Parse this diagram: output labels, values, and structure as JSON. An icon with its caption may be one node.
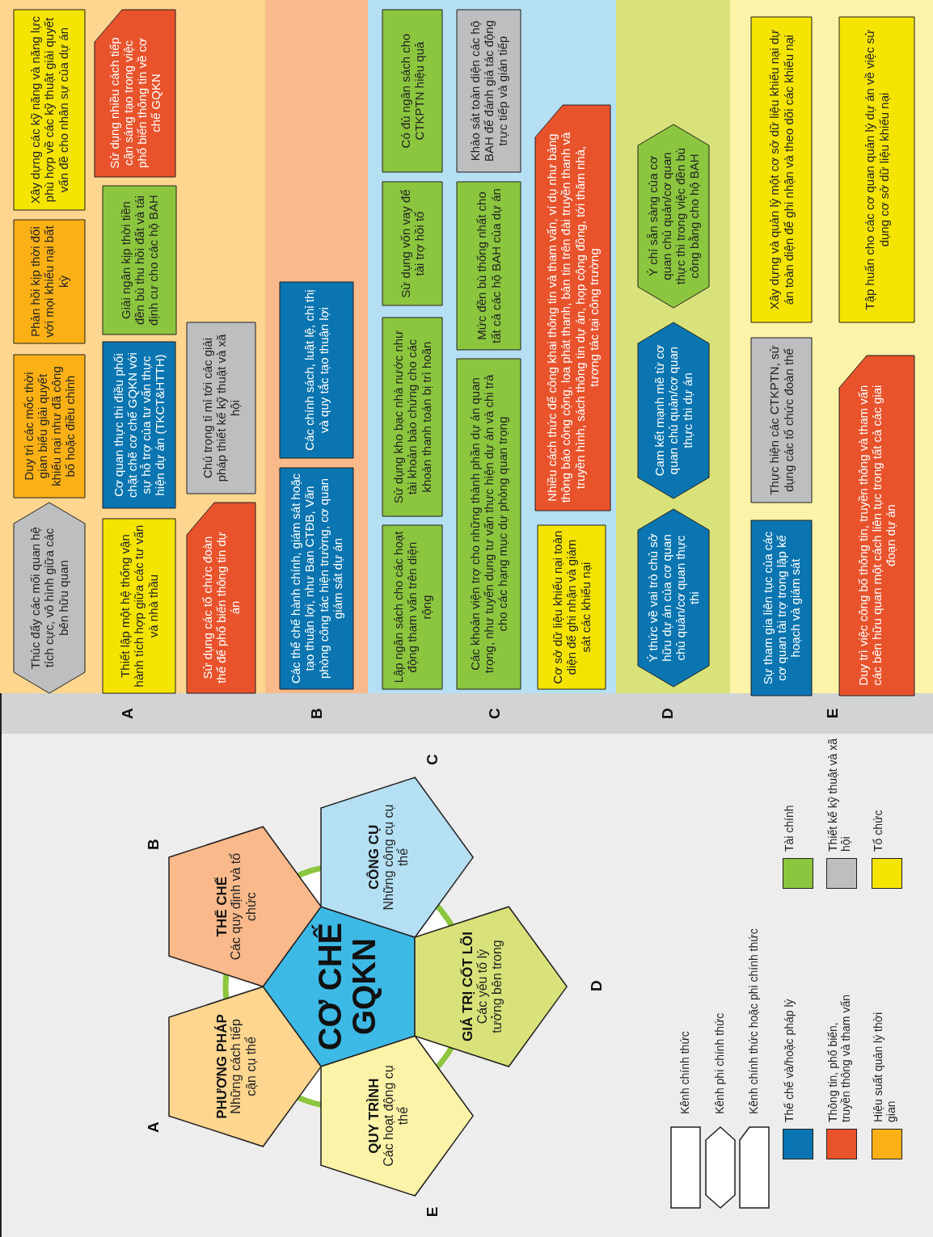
{
  "diagram": {
    "nodes": [
      {
        "text": [
          "CƠ CHẾ GQKN"
        ]
      },
      {
        "text": [
          "PHƯƠNG PHÁP",
          "Những cách tiếp cận cụ thể"
        ],
        "beside": [
          "A"
        ]
      },
      {
        "text": [
          "THỂ CHẾ",
          "Các quy định và tổ chức"
        ],
        "beside": [
          "B"
        ]
      },
      {
        "text": [
          "QUY TRÌNH",
          "Các hoạt động cụ thể"
        ],
        "beside": [
          "E"
        ]
      },
      {
        "text": [
          "CÔNG CỤ",
          "Những công cụ cụ thể"
        ],
        "beside": [
          "C"
        ]
      },
      {
        "text": [
          "GIÁ TRỊ CỐT LÕI",
          "Các yếu tố lý tưởng bên trong"
        ],
        "beside": [
          "D"
        ]
      },
      {
        "text": [
          "Thúc đẩy các mối quan hệ tích cực, vô hình giữa các bên hữu quan"
        ]
      },
      {
        "text": [
          "Duy trì các mốc thời gian biểu giải quyết khiếu nại như đã công bố hoặc điều chỉnh"
        ]
      },
      {
        "text": [
          "Phản hồi kịp thời đối với mọi khiếu nại bất kỳ"
        ]
      },
      {
        "text": [
          "Xây dựng các kỹ năng và năng lực phù hợp về các kỹ thuật giải quyết vấn đề cho nhân sự của dự án"
        ]
      },
      {
        "text": [
          "Thiết lập một hệ thống vận hành tích hợp giữa các tư vấn và nhà thầu"
        ]
      },
      {
        "text": [
          "Cơ quan thực thi điều phối chặt chẽ cơ chế GQKN với sự hỗ trợ của tư vấn thực hiện dự án (TKCT&HTTH)"
        ]
      },
      {
        "text": [
          "Giải ngân kịp thời tiền đền bù thu hồi đất và tái định cư cho các hộ BAH"
        ]
      },
      {
        "text": [
          "Sử dụng nhiều cách tiếp cận sáng tạo trong việc phổ biến thông tin về cơ chế GQKN"
        ]
      },
      {
        "text": [
          "Sử dụng các tổ chức đoàn thể để phổ biến thông tin dự án"
        ]
      },
      {
        "text": [
          "Chú trọng tỉ mỉ tới các giải pháp thiết kế kỹ thuật và xã hội"
        ]
      },
      {
        "text": [
          "Các thể chế hành chính, giám sát hoặc tạo thuận lợi, như Ban CTĐB, Văn phòng công tác hiện trường, cơ quan giám sát dự án"
        ]
      },
      {
        "text": [
          "Các chính sách, luật lệ, chỉ thị và quy tắc tạo thuận lợi"
        ]
      },
      {
        "text": [
          "Lập ngân sách cho các hoạt động tham vấn trên diện rộng"
        ]
      },
      {
        "text": [
          "Sử dụng kho bạc nhà nước như tài khoản bảo chứng cho các khoản thanh toán bị trì hoãn"
        ]
      },
      {
        "text": [
          "Sử dụng vốn vay để tài trợ hồi tố"
        ]
      },
      {
        "text": [
          "Có đủ ngân sách cho CTKPTN hiệu quả"
        ]
      },
      {
        "text": [
          "Các khoản viện trợ cho những thành phần dự án quan trọng, như tuyển dụng tư vấn thực hiện dự án và chi trả cho các hạng mục dự phòng quan trọng"
        ]
      },
      {
        "text": [
          "Mức đền bù thống nhất cho tất cả các hộ BAH của dự án"
        ]
      },
      {
        "text": [
          "Khảo sát toàn diện các hộ BAH để đánh giá tác động trực tiếp và gián tiếp"
        ]
      },
      {
        "text": [
          "Cơ sở dữ liệu khiếu nại toàn diện để ghi nhận và giám sát các khiếu nại"
        ]
      },
      {
        "text": [
          "Nhiều cách thức để công khai thông tin và tham vấn, ví dụ như bảng thông báo công cộng, loa phát thanh, bản tin trên đài truyền thanh và truyền hình, sách thông tin dự án, họp cộng đồng, tới thăm nhà, tương tác tại công trường"
        ]
      },
      {
        "text": [
          "Ý thức về vai trò chủ sở hữu dự án của cơ quan chủ quản/cơ quan thực thi"
        ]
      },
      {
        "text": [
          "Cam kết mạnh mẽ từ cơ quan chủ quản/cơ quan thực thi dự án"
        ]
      },
      {
        "text": [
          "Ý chí sẵn sàng của cơ quan chủ quản/cơ quan thực thi trong việc đền bù công bằng cho hộ BAH"
        ]
      },
      {
        "text": [
          "Sự tham gia liên tục của các cơ quan tài trợ trong lập kế hoạch và giám sát"
        ]
      },
      {
        "text": [
          "Thực hiện các CTKPTN, sử dụng các tổ chức đoàn thể"
        ]
      },
      {
        "text": [
          "Xây dựng và quản lý một cơ sở dữ liệu khiếu nại dự án toàn diện để ghi nhận và theo dõi các khiếu nại"
        ]
      },
      {
        "text": [
          "Duy trì việc công bố thông tin, truyền thông và tham vấn các bên hữu quan một cách liên tục trong tất cả các giai đoạn dự án"
        ]
      },
      {
        "text": [
          "Tập huấn cho các cơ quan quản lý dự án về việc sử dụng cơ sở dữ liệu khiếu nại"
        ]
      }
    ],
    "labels": [
      "A",
      "B",
      "C",
      "D",
      "E"
    ],
    "legend": [
      {
        "text": "Kênh chính thức"
      },
      {
        "text": "Kênh phi chính thức"
      },
      {
        "text": "Kênh chính thức hoặc phi chính thức"
      },
      {
        "text": "Thể chế và/hoặc pháp lý",
        "color": "#0a75b0"
      },
      {
        "text": "Tài chính",
        "color": "#8cc63f"
      },
      {
        "text": "Thông tin, phổ biến, truyền thông và tham vấn",
        "color": "#e8532c"
      },
      {
        "text": "Thiết kế kỹ thuật và xã hội",
        "color": "#bcbec0"
      },
      {
        "text": "Hiệu suất quản lý thời gian",
        "color": "#fbb116"
      },
      {
        "text": "Tổ chức",
        "color": "#f4e400"
      }
    ]
  }
}
